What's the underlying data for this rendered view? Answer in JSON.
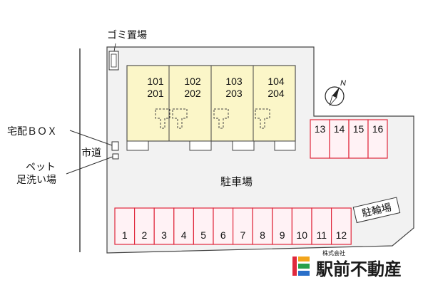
{
  "labels": {
    "garbage": "ゴミ置場",
    "delivery_box": "宅配ＢＯＸ",
    "pet_line1": "ペット",
    "pet_line2": "足洗い場",
    "city_road": "市道",
    "parking": "駐車場",
    "bicycle": "駐輪場",
    "compass_n": "N"
  },
  "units": [
    {
      "upper": "101",
      "lower": "201"
    },
    {
      "upper": "102",
      "lower": "202"
    },
    {
      "upper": "103",
      "lower": "203"
    },
    {
      "upper": "104",
      "lower": "204"
    }
  ],
  "parking_bottom": [
    "1",
    "2",
    "3",
    "4",
    "5",
    "6",
    "7",
    "8",
    "9",
    "10",
    "11",
    "12"
  ],
  "parking_right": [
    "13",
    "14",
    "15",
    "16"
  ],
  "brand": {
    "name": "駅前不動産",
    "subtitle": "株式会社"
  },
  "colors": {
    "building": "#fbf6c8",
    "parking_stroke": "#e0283c",
    "parking_fill": "#fff2f5",
    "site_bg": "#f2f2f2"
  }
}
